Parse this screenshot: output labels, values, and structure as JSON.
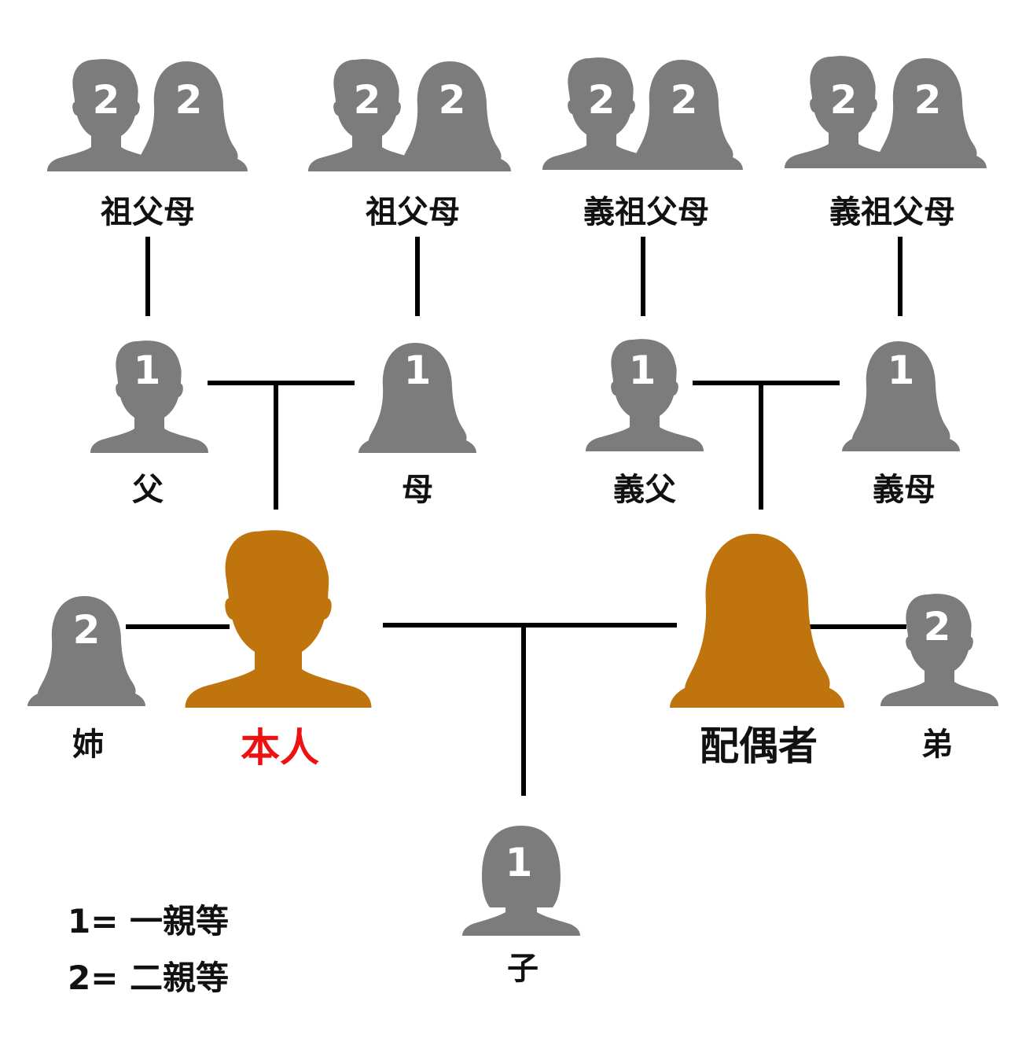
{
  "colors": {
    "relative": "#7c7c7c",
    "highlight": "#bf740e",
    "self_label": "#ee1111",
    "degree_number": "#ffffff",
    "line": "#000000"
  },
  "grandparents": [
    {
      "label": "祖父母",
      "degree": "2"
    },
    {
      "label": "祖父母",
      "degree": "2"
    },
    {
      "label": "義祖父母",
      "degree": "2"
    },
    {
      "label": "義祖父母",
      "degree": "2"
    }
  ],
  "parents": [
    {
      "label": "父",
      "degree": "1"
    },
    {
      "label": "母",
      "degree": "1"
    },
    {
      "label": "義父",
      "degree": "1"
    },
    {
      "label": "義母",
      "degree": "1"
    }
  ],
  "sister": {
    "label": "姉",
    "degree": "2"
  },
  "self": {
    "label": "本人"
  },
  "spouse": {
    "label": "配偶者"
  },
  "brother": {
    "label": "弟",
    "degree": "2"
  },
  "child": {
    "label": "子",
    "degree": "1"
  },
  "legend": [
    {
      "text": "1= 一親等"
    },
    {
      "text": "2= 二親等"
    }
  ]
}
